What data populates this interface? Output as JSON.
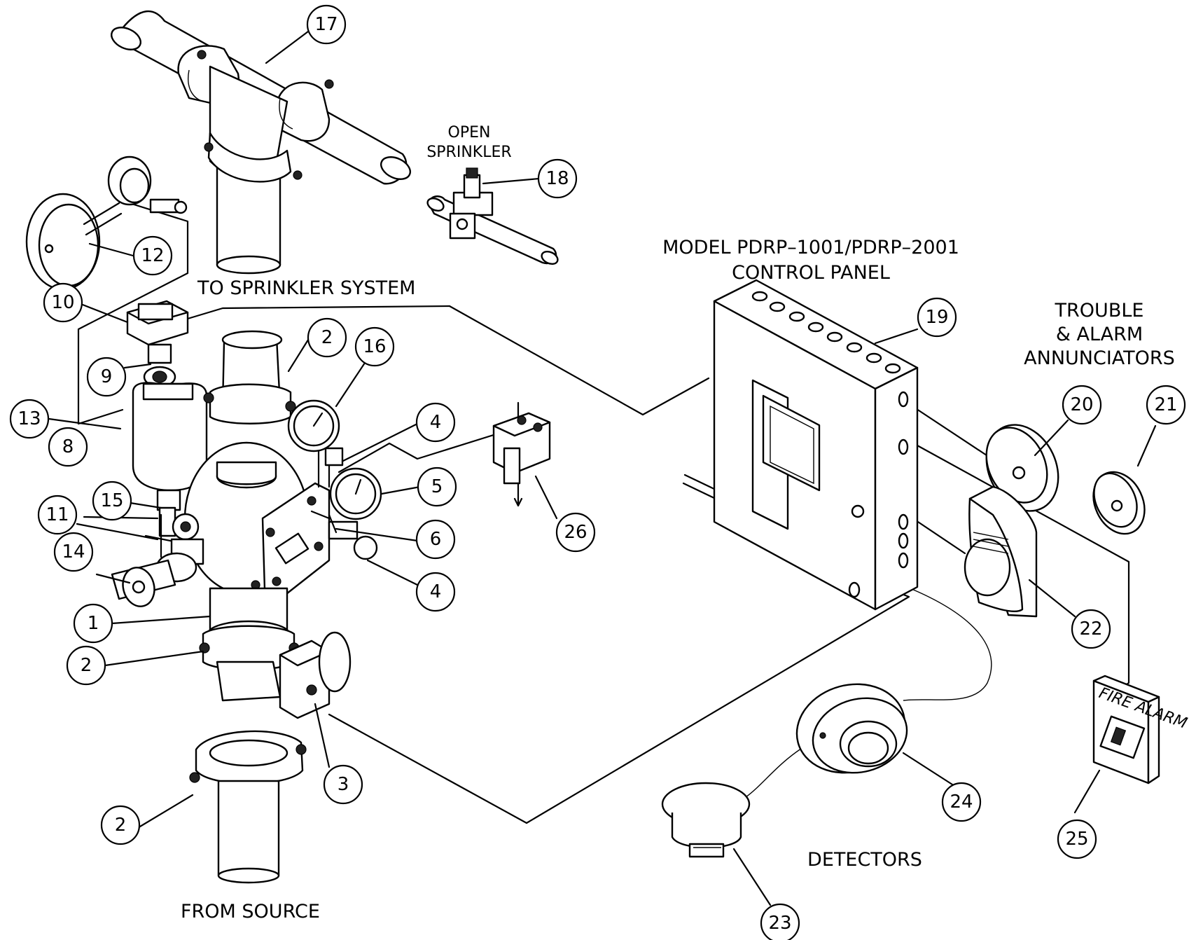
{
  "labels": {
    "to_sprinkler_system": "TO SPRINKLER SYSTEM",
    "from_source": "FROM SOURCE",
    "open_sprinkler_line1": "OPEN",
    "open_sprinkler_line2": "SPRINKLER",
    "control_panel_line1": "MODEL PDRP–1001/PDRP–2001",
    "control_panel_line2": "CONTROL PANEL",
    "annunciators_line1": "TROUBLE",
    "annunciators_line2": "& ALARM",
    "annunciators_line3": "ANNUNCIATORS",
    "detectors": "DETECTORS",
    "fire_alarm_station": "FIRE ALARM"
  },
  "callouts": {
    "c17": "17",
    "c18": "18",
    "c12": "12",
    "c10": "10",
    "c9": "9",
    "c2_top": "2",
    "c16": "16",
    "c13": "13",
    "c4_upper": "4",
    "c8": "8",
    "c5": "5",
    "c15": "15",
    "c11": "11",
    "c6": "6",
    "c14": "14",
    "c4_lower": "4",
    "c1": "1",
    "c2_mid": "2",
    "c3": "3",
    "c2_bottom": "2",
    "c26": "26",
    "c19": "19",
    "c20": "20",
    "c21": "21",
    "c22": "22",
    "c24": "24",
    "c23": "23",
    "c25": "25"
  }
}
